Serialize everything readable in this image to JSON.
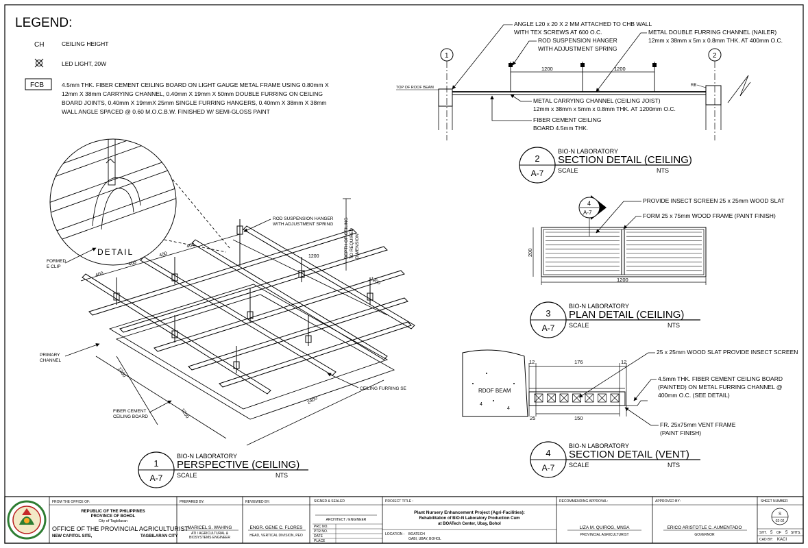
{
  "legend": {
    "title": "LEGEND:",
    "items": [
      {
        "symbol": "CH",
        "text": "CEILING HEIGHT"
      },
      {
        "symbol": "led-light-symbol",
        "text": "LED LIGHT, 20W"
      },
      {
        "symbol": "FCB",
        "lines": [
          "4.5mm THK. FIBER CEMENT CEILING BOARD ON LIGHT GAUGE METAL FRAME USING 0.80mm X",
          "12mm X 38mm CARRYING CHANNEL, 0.40mm X 19mm X 50mm DOUBLE FURRING ON CEILING",
          "BOARD JOINTS, 0.40mm X 19mmX 25mm SINGLE FURRING HANGERS, 0.40mm X 38mm X 38mm",
          "WALL ANGLE SPACED @ 0.60 M.O.C.B.W. FINISHED W/ SEMI-GLOSS PAINT"
        ]
      }
    ]
  },
  "perspective": {
    "detail_label": "DETAIL",
    "labels": {
      "formed_clip": [
        "FORMED",
        "E CLIP"
      ],
      "rod_hanger": [
        "ROD SUSPENSION HANGER",
        "WITH ADJUSTMENT SPRING"
      ],
      "depth": [
        "DEPTH OF CEILING",
        "TO REQUIRED",
        "DIMENSION"
      ],
      "primary": [
        "PRIMARY",
        "CHANNEL"
      ],
      "furring": "CEILING FURRING SE",
      "board": [
        "FIBER CEMENT",
        "CEILING BOARD"
      ]
    },
    "dims": {
      "d400": "400",
      "d1200": "1200",
      "d2400": "2400"
    }
  },
  "section_ceiling": {
    "notes": {
      "angle": [
        "ANGLE L20 x 20 X 2 MM ATTACHED TO CHB WALL",
        "WITH TEX SCREWS AT 600 O.C."
      ],
      "rod": [
        "ROD SUSPENSION HANGER",
        "WITH ADJUSTMENT SPRING"
      ],
      "double": [
        "METAL DOUBLE FURRING CHANNEL (NAILER)",
        "12mm x 38mm x 5m x 0.8mm THK. AT 400mm O.C."
      ],
      "carrying": [
        "METAL CARRYING CHANNEL (CEILING JOIST)",
        "12mm x 38mm x 5mm x 0.8mm THK. AT 1200mm O.C."
      ],
      "board": [
        "FIBER CEMENT CEILING",
        "BOARD 4.5mm THK."
      ]
    },
    "top_of_roof_beam": "TOP OF ROOF BEAM",
    "rb": "RB",
    "dim": "1200",
    "grid": [
      "1",
      "2"
    ]
  },
  "plan_vent": {
    "notes": {
      "screen": "PROVIDE INSECT SCREEN 25 x 25mm WOOD SLAT",
      "form": "FORM 25 x 75mm WOOD FRAME (PAINT FINISH)"
    },
    "dim_w": "1200",
    "dim_h": "200",
    "callout": {
      "num": "4",
      "sheet": "A-7"
    }
  },
  "section_vent": {
    "roof_beam": "RDOF BEAM",
    "notes": {
      "slat": "25 x 25mm WOOD SLAT PROVIDE INSECT SCREEN",
      "board": [
        "4.5mm THK. FIBER CEMENT CEILING BOARD",
        "(PAINTED) ON METAL FURRING CHANNEL @",
        "400mm O.C. (SEE DETAIL)"
      ],
      "frame": [
        "FR. 25x75mm VENT FRAME",
        "(PAINT FINISH)"
      ]
    },
    "dims": {
      "d12": "12",
      "d176": "176",
      "d25": "25",
      "d150": "150"
    },
    "beam_marks": [
      "4",
      "4"
    ]
  },
  "titles": [
    {
      "num": "1",
      "sheet": "A-7",
      "project": "BIO-N LABORATORY",
      "title": "PERSPECTIVE (CEILING)",
      "scale": "SCALE",
      "nts": "NTS"
    },
    {
      "num": "2",
      "sheet": "A-7",
      "project": "BIO-N LABORATORY",
      "title": "SECTION DETAIL (CEILING)",
      "scale": "SCALE",
      "nts": "NTS"
    },
    {
      "num": "3",
      "sheet": "A-7",
      "project": "BIO-N LABORATORY",
      "title": "PLAN DETAIL (CEILING)",
      "scale": "SCALE",
      "nts": "NTS"
    },
    {
      "num": "4",
      "sheet": "A-7",
      "project": "BIO-N LABORATORY",
      "title": "SECTION DETAIL (VENT)",
      "scale": "SCALE",
      "nts": "NTS"
    }
  ],
  "titleblock": {
    "from_office_label": "FROM THE OFFICE OF:",
    "republic": "REPUBLIC OF THE PHILIPPINES",
    "province": "PROVINCE OF BOHOL",
    "city": "City of Tagbilaran",
    "office": "OFFICE OF THE PROVINCIAL AGRICULTURIST",
    "site": "NEW CAPITOL SITE,",
    "site_city": "TAGBILARAN CITY",
    "prepared_label": "PREPARED BY:",
    "prepared_name": "MARICEL S. WAHING",
    "prepared_role1": "ATI / AGRICULTURAL &",
    "prepared_role2": "BIOSYSTEMS ENGINEER",
    "reviewed_label": "REVIEWED BY:",
    "reviewed_name": "ENGR. GENE C. FLORES",
    "reviewed_role": "HEAD, VERTICAL DIVISION, PEO",
    "signed_label": "SIGNED & SEALED",
    "architect": "ARCHITECT / ENGINEER",
    "prc": "PRC NO.",
    "ptr": "PTR NO.",
    "date": "DATE",
    "place": "PLACE",
    "project_label": "PROJECT TITLE :",
    "project1": "Plant Nursery Enhancement Project (Agri-Facilities):",
    "project2": "Rehabilitation of BIO-N Laboratory Production Cum",
    "project3": "at BOATech Center, Ubay, Bohol",
    "location_label": "LOCATION :",
    "location1": "BOATECH",
    "location2": "GABI, UBAY, BOHOL",
    "recommending_label": "RECOMMENDING APPROVAL:",
    "recommending_name": "LIZA M. QUIROG, MNSA",
    "recommending_role": "PROVINCIAL AGRICULTURIST",
    "approved_label": "APPROVED BY:",
    "approved_name": "ERICO ARISTOTLE C. AUMENTADO",
    "approved_role": "GOVERNOR",
    "sheet_label": "SHEET NUMBER",
    "sheet_circle_top": "S",
    "sheet_circle_bottom": "02-02",
    "sht": "SHT.",
    "sht_num": "5",
    "of": "OF",
    "of_num": "5",
    "shts": "SHTS.",
    "cad": "CAD BY:",
    "cad_name": "KACI"
  }
}
